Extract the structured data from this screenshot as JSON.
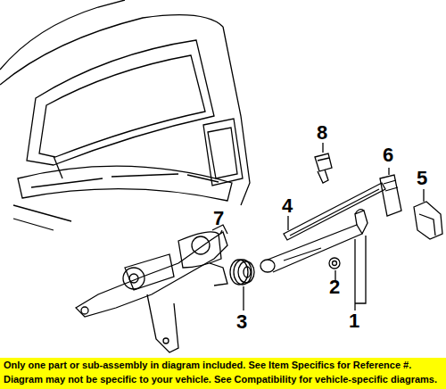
{
  "diagram": {
    "labels": [
      "8",
      "7",
      "6",
      "5",
      "4",
      "3",
      "2",
      "1",
      "Only one part or sub-assembly in diagram included. See Item Specifics for Reference #.",
      "Diagram may not be specific to your vehicle. See Compatibility for vehicle-specific diagrams."
    ]
  }
}
